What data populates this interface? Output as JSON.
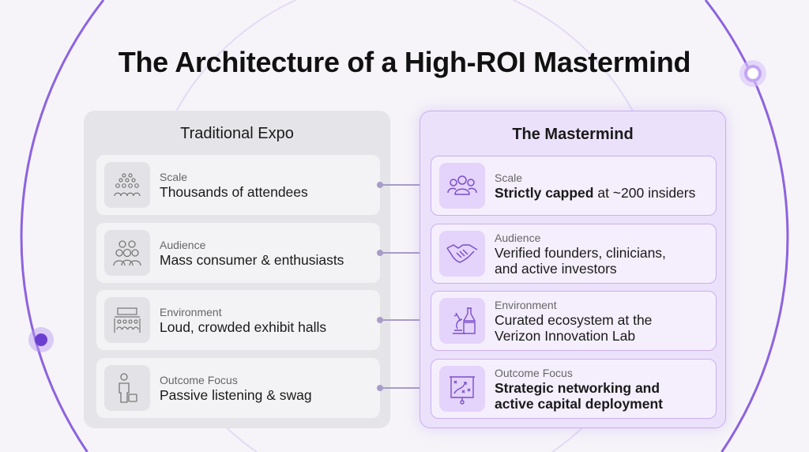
{
  "title": "The Architecture of a High-ROI Mastermind",
  "left": {
    "heading": "Traditional Expo",
    "rows": [
      {
        "label": "Scale",
        "value": "Thousands of attendees",
        "icon": "crowd-icon"
      },
      {
        "label": "Audience",
        "value": "Mass consumer & enthusiasts",
        "icon": "people-group-icon"
      },
      {
        "label": "Environment",
        "value": "Loud, crowded exhibit halls",
        "icon": "exhibit-hall-icon"
      },
      {
        "label": "Outcome Focus",
        "value": "Passive listening & swag",
        "icon": "person-bag-icon"
      }
    ]
  },
  "right": {
    "heading": "The Mastermind",
    "rows": [
      {
        "label": "Scale",
        "value_bold": "Strictly capped",
        "value_rest": " at ~200 insiders",
        "icon": "small-group-icon"
      },
      {
        "label": "Audience",
        "value_line1": "Verified founders, clinicians,",
        "value_line2": "and active investors",
        "icon": "handshake-icon"
      },
      {
        "label": "Environment",
        "value_line1": "Curated ecosystem at the",
        "value_line2": "Verizon Innovation Lab",
        "icon": "microscope-flask-icon"
      },
      {
        "label": "Outcome Focus",
        "value_line1": "Strategic networking and",
        "value_line2": "active capital deployment",
        "icon": "strategy-board-icon"
      }
    ]
  },
  "colors": {
    "accent": "#8b5cf6",
    "left_panel": "#e5e5e9",
    "right_panel": "#ece1fb"
  }
}
